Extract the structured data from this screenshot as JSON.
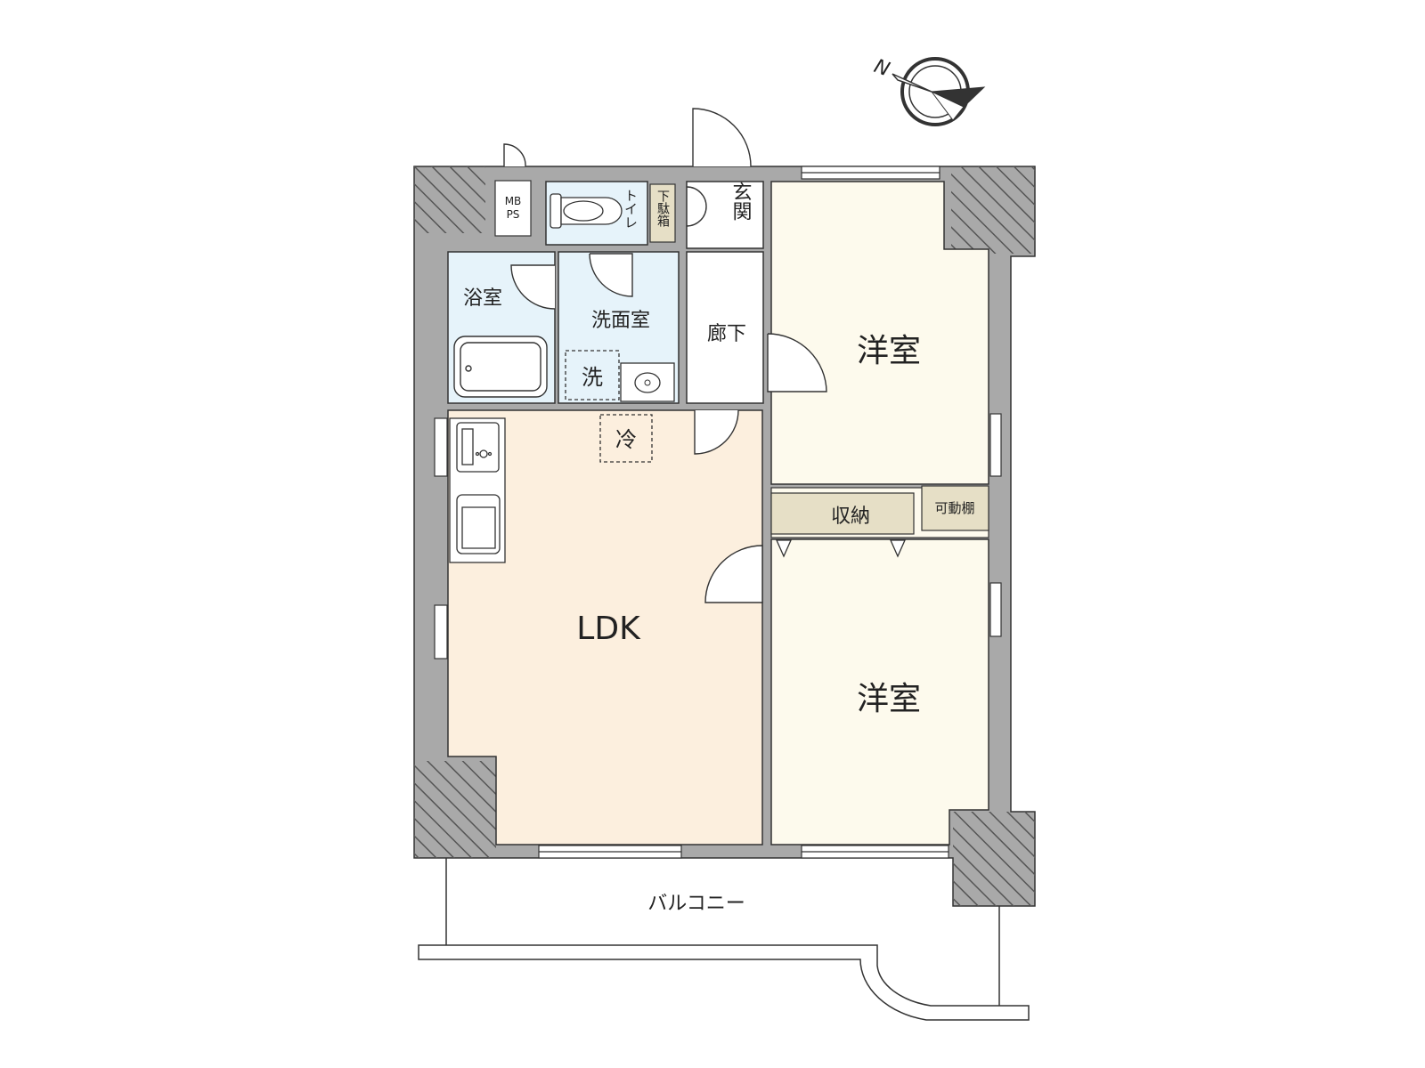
{
  "plan": {
    "rooms": {
      "ldk": "LDK",
      "western_room_1": "洋室",
      "western_room_2": "洋室",
      "bathroom": "浴室",
      "washroom": "洗面室",
      "corridor": "廊下",
      "entrance": "玄関",
      "toilet": "トイレ",
      "shoe_box": "下駄箱",
      "storage": "収納",
      "movable_shelf": "可動棚",
      "balcony": "バルコニー",
      "mb_ps": [
        "MB",
        "PS"
      ]
    },
    "fixtures": {
      "washing_machine": "洗",
      "refrigerator": "冷"
    },
    "compass": {
      "north_label": "N"
    },
    "colors": {
      "wall": "#a9a9a9",
      "wet_area": "#e6f3fa",
      "ldk_floor": "#fcefde",
      "room_floor": "#fdfaed",
      "storage_fill": "#e6dfc6",
      "line": "#333333"
    }
  }
}
